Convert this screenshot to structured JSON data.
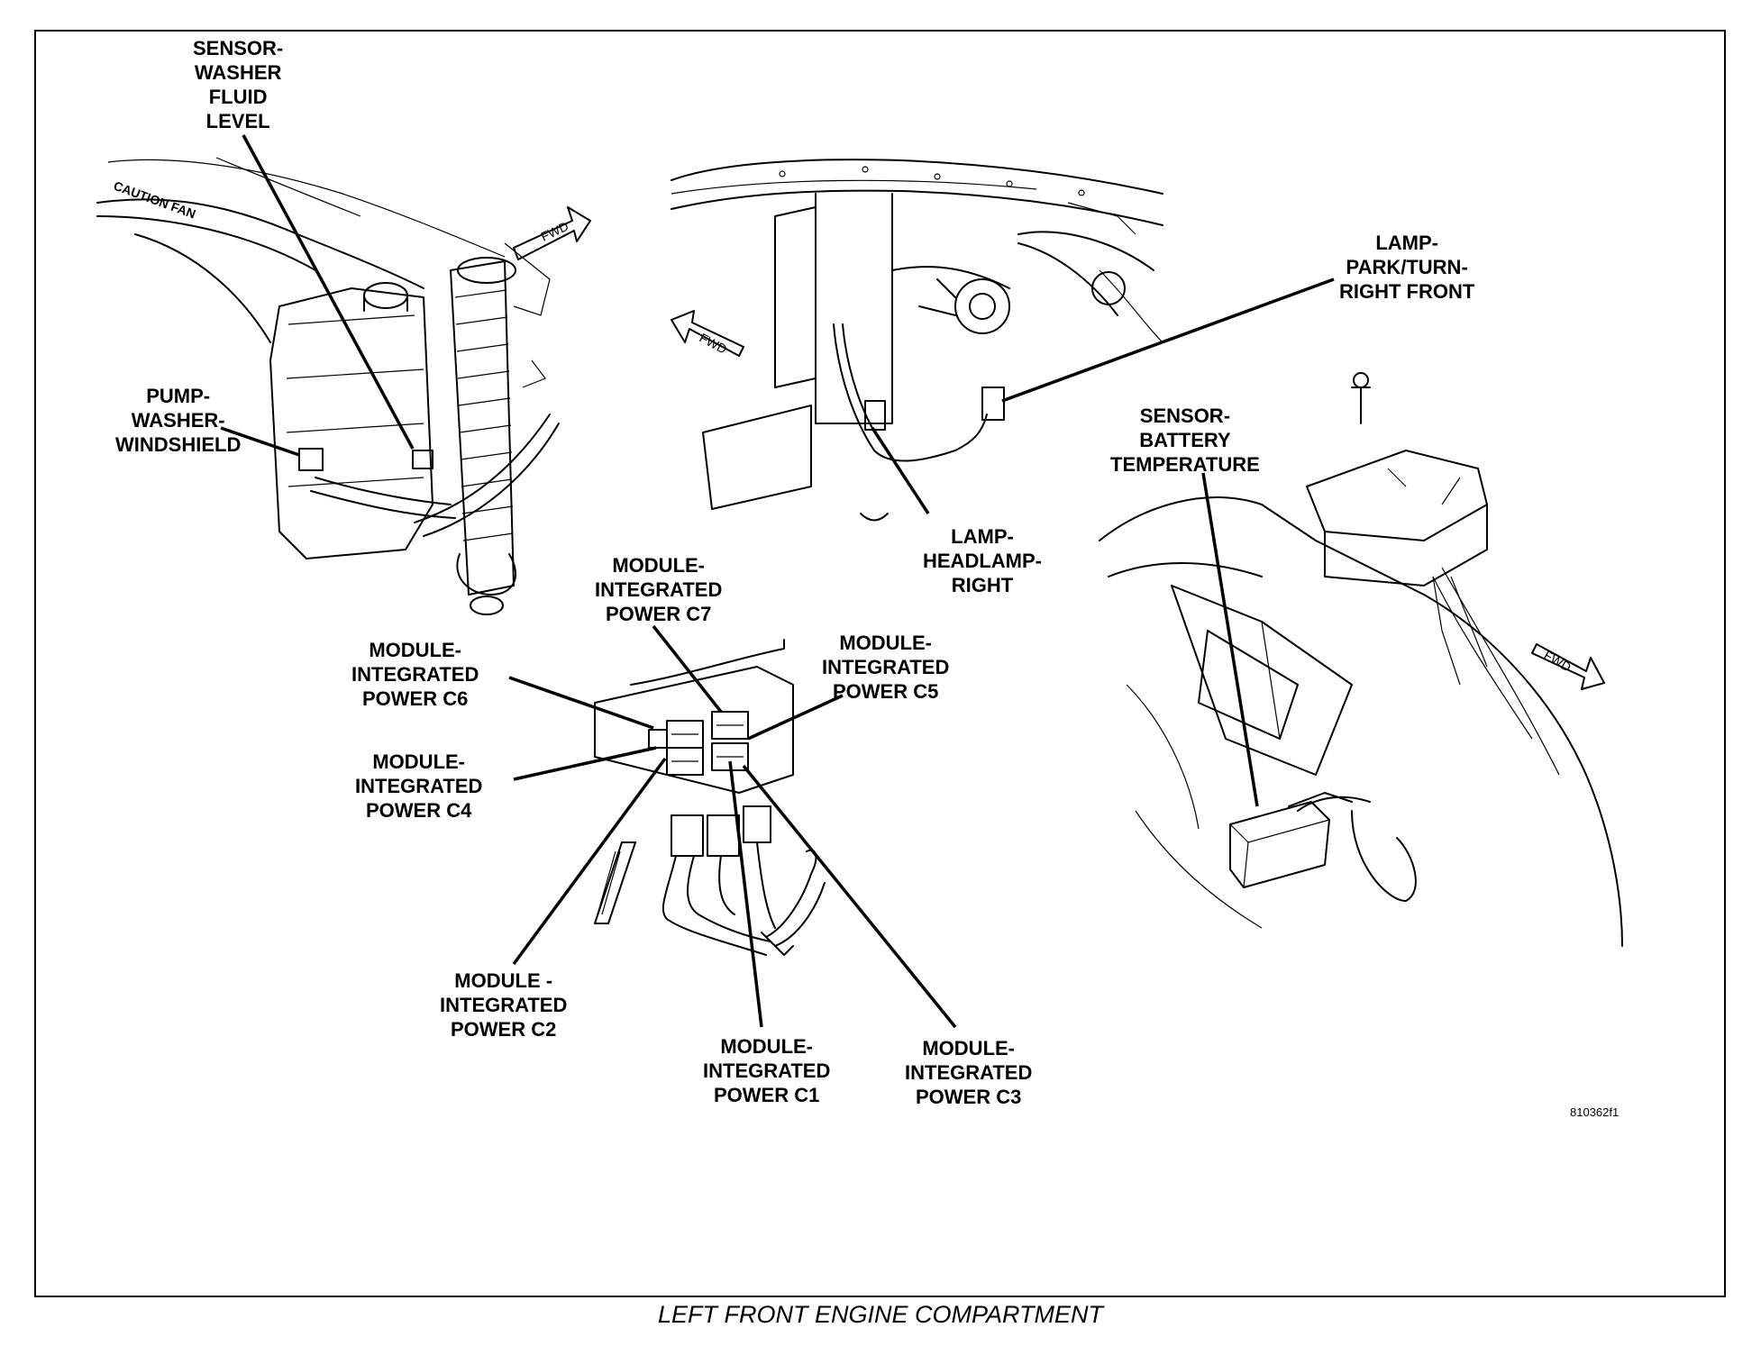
{
  "figure": {
    "caption": "LEFT FRONT ENGINE COMPARTMENT",
    "figure_id": "810362f1"
  },
  "callouts": {
    "sensor_washer_fluid_level": "SENSOR-\nWASHER\nFLUID\nLEVEL",
    "pump_washer_windshield": "PUMP-\nWASHER-\nWINDSHIELD",
    "lamp_park_turn_right_front": "LAMP-\nPARK/TURN-\nRIGHT FRONT",
    "lamp_headlamp_right": "LAMP-\nHEADLAMP-\nRIGHT",
    "sensor_battery_temperature": "SENSOR-\nBATTERY\nTEMPERATURE",
    "module_integrated_power_c7": "MODULE-\nINTEGRATED\nPOWER C7",
    "module_integrated_power_c6": "MODULE-\nINTEGRATED\nPOWER C6",
    "module_integrated_power_c5": "MODULE-\nINTEGRATED\nPOWER C5",
    "module_integrated_power_c4": "MODULE-\nINTEGRATED\nPOWER C4",
    "module_integrated_power_c2": "MODULE -\nINTEGRATED\nPOWER C2",
    "module_integrated_power_c1": "MODULE-\nINTEGRATED\nPOWER C1",
    "module_integrated_power_c3": "MODULE-\nINTEGRATED\nPOWER C3"
  },
  "markings": {
    "fwd_arrow_label": "FWD",
    "reservoir_cap_text": "CAUTION FAN"
  }
}
